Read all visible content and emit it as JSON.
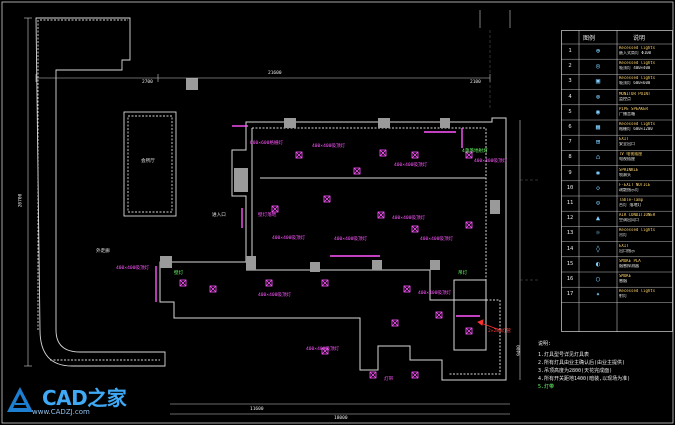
{
  "drawing": {
    "dimensions": {
      "top_total": "21600",
      "top_left_small": "2700",
      "top_right_small": "2100",
      "left_vertical": "20700",
      "bottom_left": "11600",
      "bottom_total": "18000",
      "right_vertical": "9400"
    },
    "room_labels": {
      "lounge": "会所厅",
      "outside": "外走廊",
      "entrance": "进入口"
    },
    "fixture_labels": [
      {
        "id": "f1",
        "text": "600×600格栅灯",
        "color": "mag"
      },
      {
        "id": "f2",
        "text": "400×400吸顶灯",
        "color": "mag"
      },
      {
        "id": "f3",
        "text": "400×400吸顶灯",
        "color": "mag"
      },
      {
        "id": "f4",
        "text": "4盏落地射灯",
        "color": "grn"
      },
      {
        "id": "f5",
        "text": "400×400吸顶灯",
        "color": "mag"
      },
      {
        "id": "f6",
        "text": "400×400吸顶灯",
        "color": "mag"
      },
      {
        "id": "f7",
        "text": "壁灯落地",
        "color": "mag"
      },
      {
        "id": "f8",
        "text": "400×400吸顶灯",
        "color": "mag"
      },
      {
        "id": "f9",
        "text": "400×400吸顶灯",
        "color": "mag"
      },
      {
        "id": "f10",
        "text": "400×400吸顶灯",
        "color": "mag"
      },
      {
        "id": "f11",
        "text": "壁灯",
        "color": "grn"
      },
      {
        "id": "f12",
        "text": "400×400吸顶灯",
        "color": "mag"
      },
      {
        "id": "f13",
        "text": "400×400吸顶灯",
        "color": "mag"
      },
      {
        "id": "f14",
        "text": "400×400吸顶灯",
        "color": "mag"
      },
      {
        "id": "f15",
        "text": "2×28W灯管",
        "color": "red"
      },
      {
        "id": "f16",
        "text": "400×400吸顶灯",
        "color": "mag"
      },
      {
        "id": "f17",
        "text": "吊灯",
        "color": "grn"
      },
      {
        "id": "f18",
        "text": "灯带",
        "color": "mag"
      }
    ]
  },
  "legend": {
    "header": {
      "col_symbol": "图例",
      "col_desc": "说明"
    },
    "rows": [
      {
        "num": "1",
        "symbol": "⊕",
        "desc": "Recessed lights",
        "desc_cn": "嵌入式筒灯 Φ100"
      },
      {
        "num": "2",
        "symbol": "◎",
        "desc": "Recessed lights",
        "desc_cn": "吸顶灯 400×400"
      },
      {
        "num": "3",
        "symbol": "▣",
        "desc": "Recessed lights",
        "desc_cn": "吸顶灯 600×600"
      },
      {
        "num": "4",
        "symbol": "⊗",
        "desc": "MONITOR POINT",
        "desc_cn": "监控点"
      },
      {
        "num": "5",
        "symbol": "◉",
        "desc": "PIPE SPEAKER",
        "desc_cn": "广播音箱"
      },
      {
        "num": "6",
        "symbol": "▦",
        "desc": "Recessed lights",
        "desc_cn": "格栅灯 600×1200"
      },
      {
        "num": "7",
        "symbol": "⊞",
        "desc": "EXIT",
        "desc_cn": "安全出口"
      },
      {
        "num": "8",
        "symbol": "⌂",
        "desc": "TV 电视插座",
        "desc_cn": "电视插座"
      },
      {
        "num": "9",
        "symbol": "✱",
        "desc": "SPRINKLE",
        "desc_cn": "喷淋头"
      },
      {
        "num": "10",
        "symbol": "◇",
        "desc": "F-EXIT NOTICE",
        "desc_cn": "疏散指示灯"
      },
      {
        "num": "11",
        "symbol": "⊙",
        "desc": "Table-lamp",
        "desc_cn": "台灯 落地灯"
      },
      {
        "num": "12",
        "symbol": "▲",
        "desc": "AIR CONDITIONER",
        "desc_cn": "空调出风口"
      },
      {
        "num": "13",
        "symbol": "☼",
        "desc": "Recessed lights",
        "desc_cn": "吊灯"
      },
      {
        "num": "14",
        "symbol": "◊",
        "desc": "EXIT",
        "desc_cn": "出口指示"
      },
      {
        "num": "15",
        "symbol": "◐",
        "desc": "SMOKE PLA",
        "desc_cn": "烟感探测器"
      },
      {
        "num": "16",
        "symbol": "○",
        "desc": "SMOKE",
        "desc_cn": "感烟"
      },
      {
        "num": "17",
        "symbol": "✦",
        "desc": "Recessed lights",
        "desc_cn": "射灯"
      }
    ]
  },
  "notes": {
    "title": "说明:",
    "lines": [
      {
        "text": "1.灯具型号详见灯具表",
        "color": "wht"
      },
      {
        "text": "2.所有灯具由业主确认后(由业主提供)",
        "color": "wht"
      },
      {
        "text": "3.吊顶高度为2800(天花完成面)",
        "color": "wht"
      },
      {
        "text": "4.所有开关距地1400(暗装,以现场为准)",
        "color": "wht"
      },
      {
        "text": "5.灯带",
        "color": "grn"
      }
    ]
  },
  "watermark": {
    "brand": "CAD之家",
    "url": "www.CADZJ.com"
  },
  "colors": {
    "background": "#000000",
    "wall": "#d8d8d8",
    "magenta": "#ff55ff",
    "green": "#66ff66",
    "grid": "#9a9a9a",
    "brand": "#3fa9f5"
  }
}
